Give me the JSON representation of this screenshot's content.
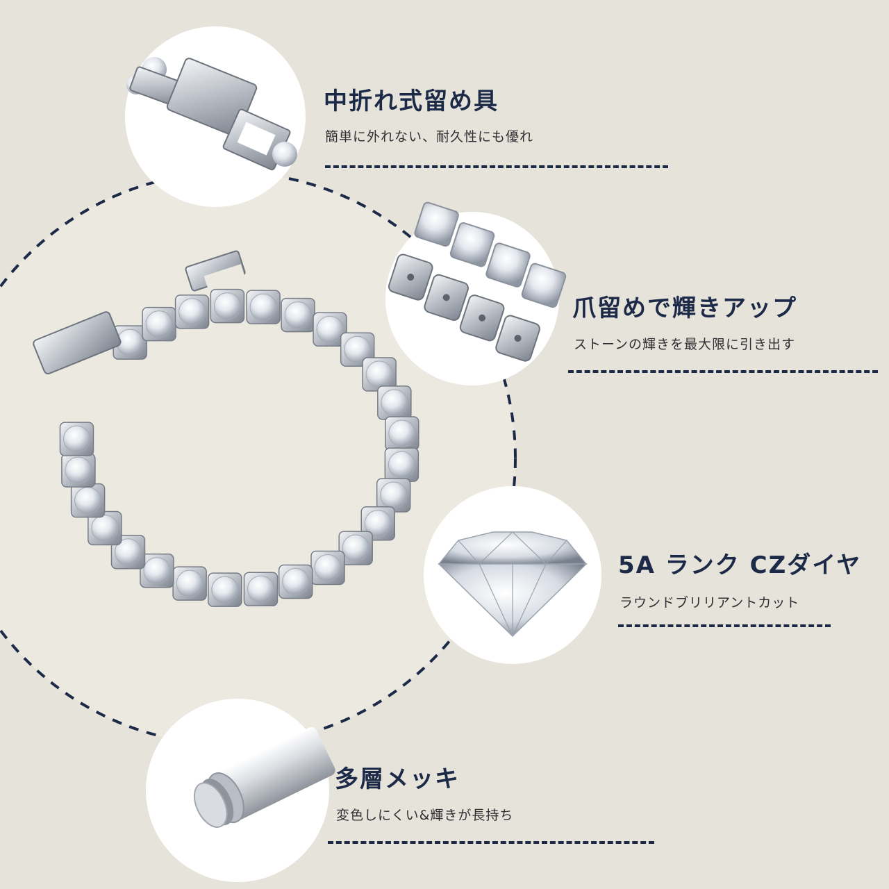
{
  "colors": {
    "background": "#e6e3da",
    "accent_navy": "#1c2a48",
    "bubble": "#ffffff",
    "metal": "#c9cdd3"
  },
  "icons": {
    "feature_1": "folding-clasp-icon",
    "feature_2": "prong-setting-icon",
    "feature_3": "round-diamond-icon",
    "feature_4": "plated-pin-icon",
    "main": "tennis-bracelet-image"
  },
  "features": [
    {
      "title": "中折れ式留め具",
      "subtitle": "簡単に外れない、耐久性にも優れ"
    },
    {
      "title": "爪留めで輝きアップ",
      "subtitle": "ストーンの輝きを最大限に引き出す"
    },
    {
      "title": "5A ランク CZダイヤ",
      "subtitle": "ラウンドブリリアントカット"
    },
    {
      "title": "多層メッキ",
      "subtitle": "変色しにくい&輝きが長持ち"
    }
  ]
}
